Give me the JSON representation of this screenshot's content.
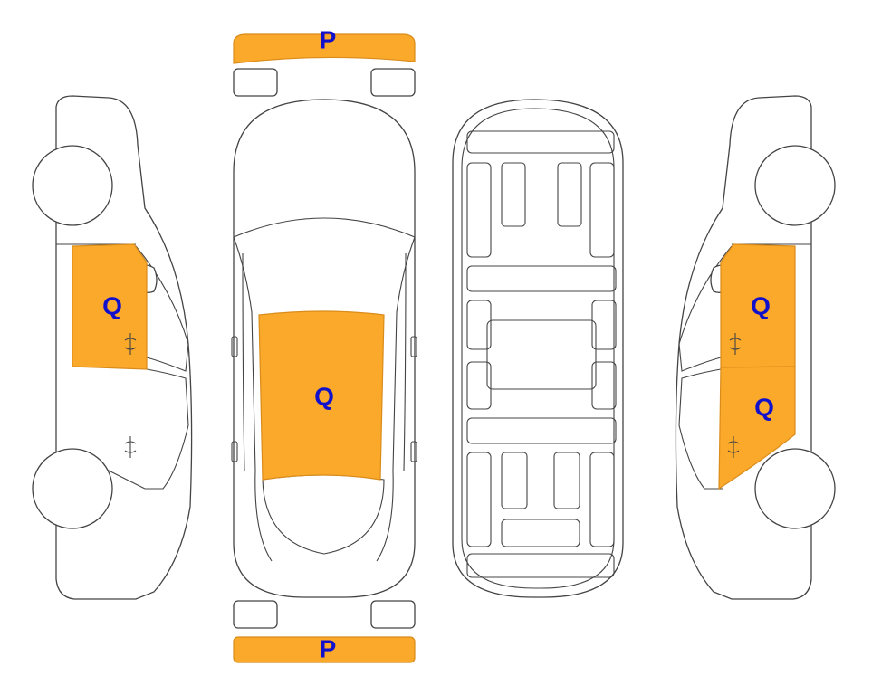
{
  "colors": {
    "damage_fill": "#FBA92B",
    "damage_stroke": "#D98C1A",
    "label_text": "#1111CC",
    "outline": "#444444"
  },
  "labels": {
    "front_bumper": "P",
    "rear_bumper": "P",
    "left_front_door": "Q",
    "hood": "Q",
    "right_front_door": "Q",
    "right_rear_door": "Q"
  }
}
